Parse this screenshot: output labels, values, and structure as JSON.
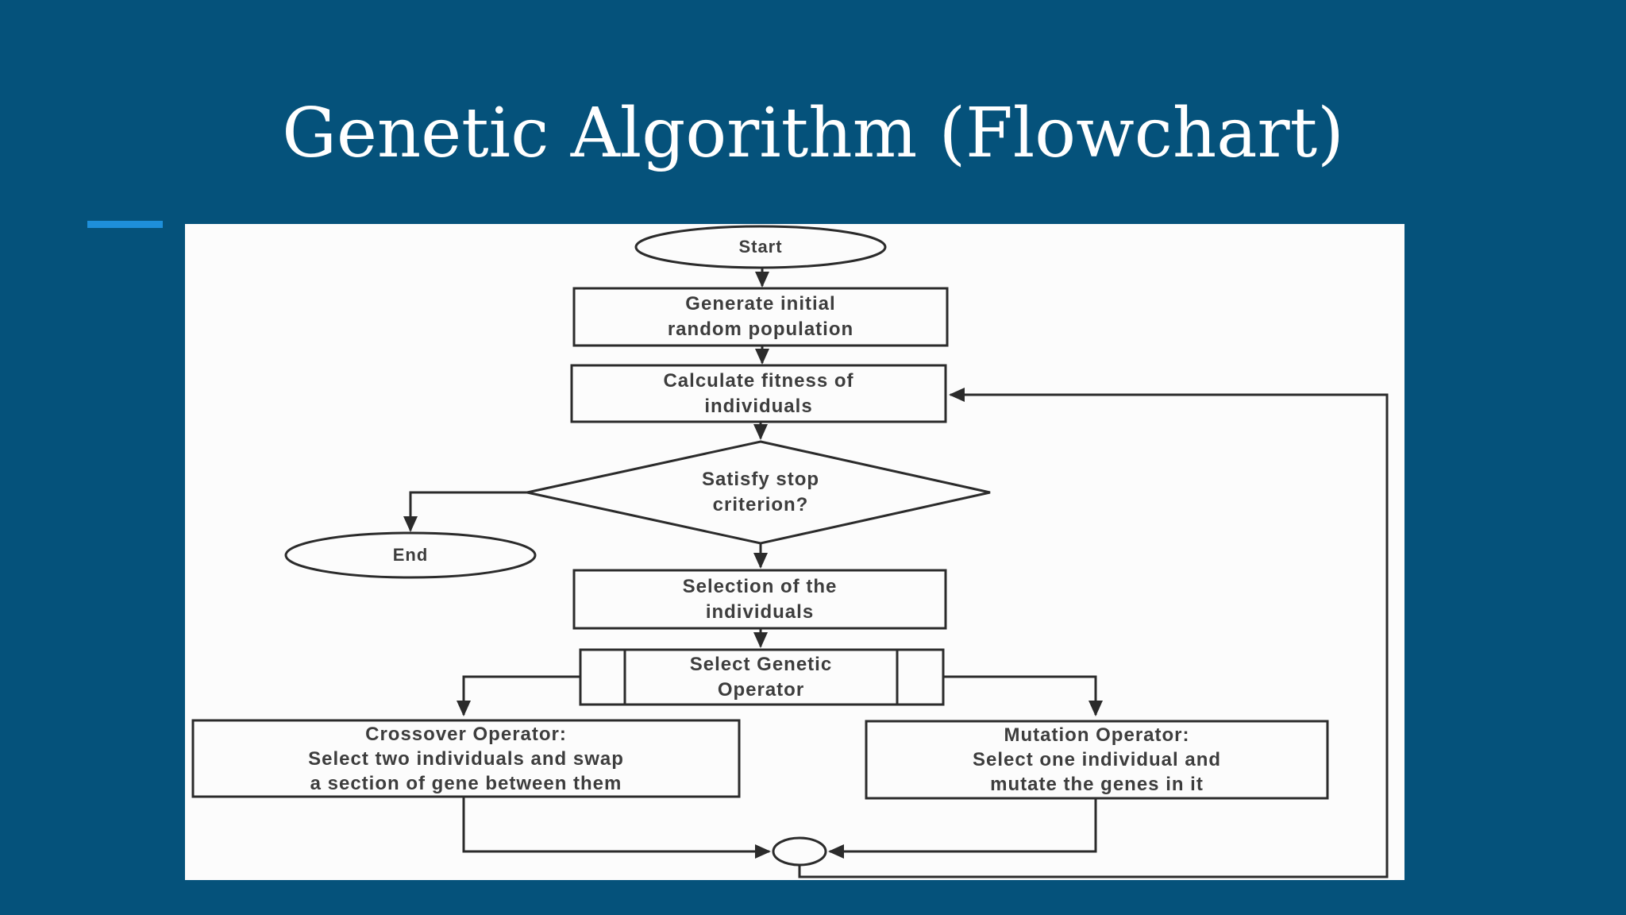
{
  "slide": {
    "title": "Genetic Algorithm (Flowchart)"
  },
  "colors": {
    "background": "#05527b",
    "accent_bar": "#1e8fda",
    "canvas": "#fcfcfc",
    "ink": "#2b2b2b",
    "node_text": "#3d3d3d",
    "title_text": "#ffffff"
  },
  "flowchart": {
    "nodes": {
      "start": {
        "type": "terminator",
        "label": "Start"
      },
      "generate": {
        "type": "process",
        "label": "Generate initial\nrandom population"
      },
      "calculate": {
        "type": "process",
        "label": "Calculate fitness of\nindividuals"
      },
      "decision": {
        "type": "decision",
        "label": "Satisfy stop\ncriterion?"
      },
      "end": {
        "type": "terminator",
        "label": "End"
      },
      "selection": {
        "type": "process",
        "label": "Selection of the\nindividuals"
      },
      "operator": {
        "type": "predefined_process",
        "label": "Select Genetic\nOperator"
      },
      "crossover": {
        "type": "process",
        "label": "Crossover Operator:\nSelect two individuals and swap\na section of gene between them"
      },
      "mutation": {
        "type": "process",
        "label": "Mutation Operator:\nSelect one individual and\nmutate the genes in it"
      },
      "junction": {
        "type": "connector",
        "label": ""
      }
    }
  }
}
